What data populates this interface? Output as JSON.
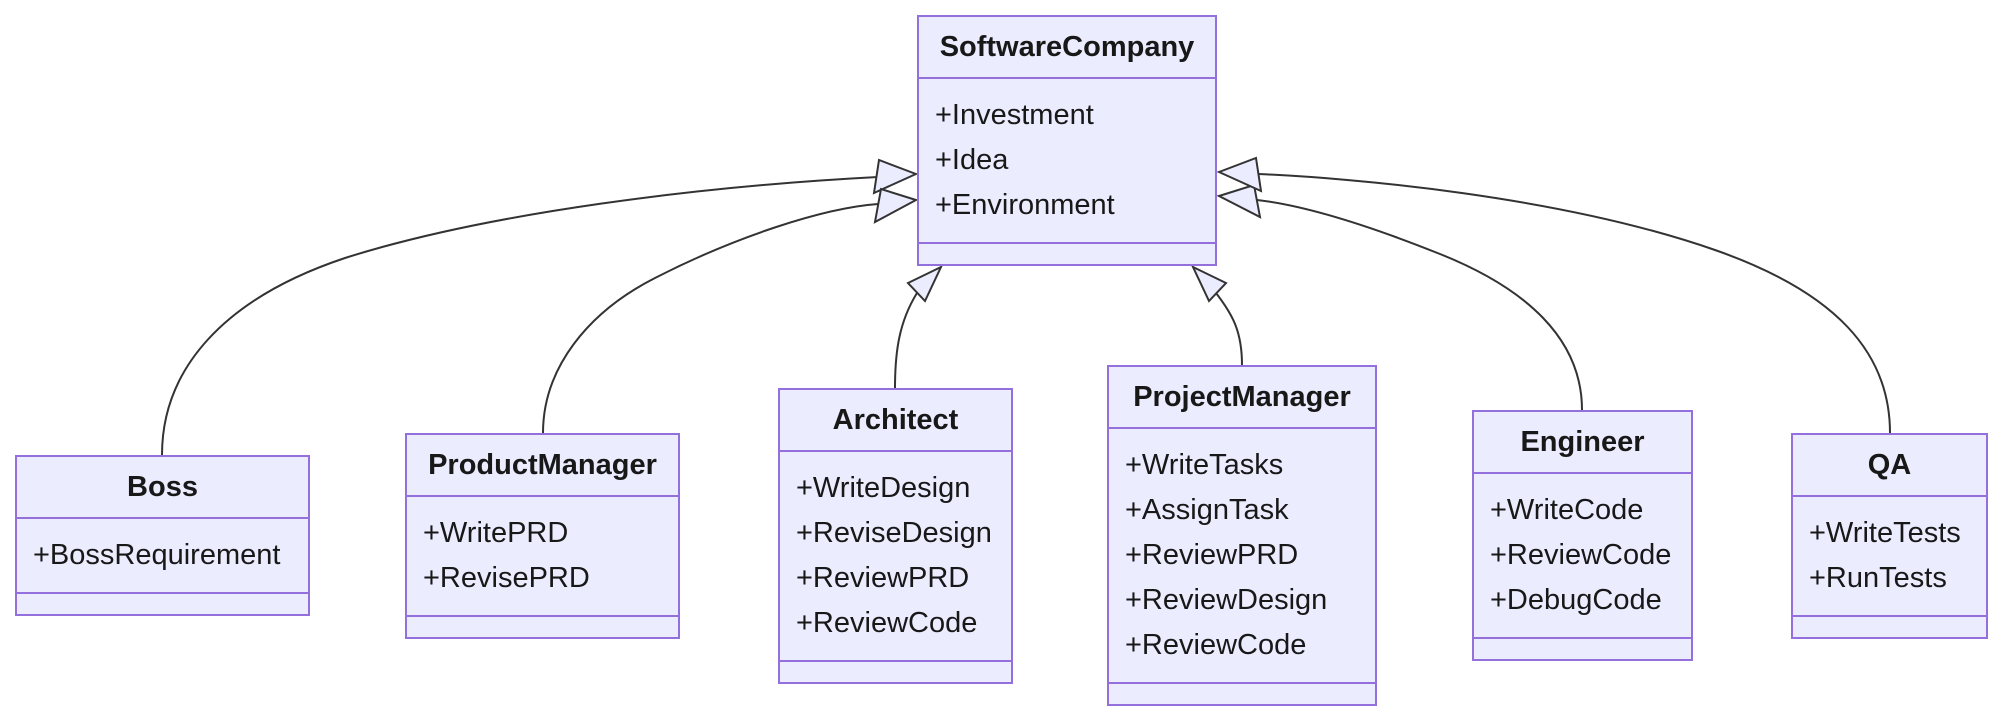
{
  "diagram": {
    "kind": "uml-class-diagram",
    "colors": {
      "node_fill": "#ECECFF",
      "node_border": "#9370DB",
      "edge_stroke": "#333333",
      "text": "#181818",
      "background": "#ffffff"
    },
    "classes": [
      {
        "name": "SoftwareCompany",
        "attributes": [
          "+Investment",
          "+Idea",
          "+Environment"
        ],
        "methods": []
      },
      {
        "name": "Boss",
        "attributes": [
          "+BossRequirement"
        ],
        "methods": []
      },
      {
        "name": "ProductManager",
        "attributes": [
          "+WritePRD",
          "+RevisePRD"
        ],
        "methods": []
      },
      {
        "name": "Architect",
        "attributes": [
          "+WriteDesign",
          "+ReviseDesign",
          "+ReviewPRD",
          "+ReviewCode"
        ],
        "methods": []
      },
      {
        "name": "ProjectManager",
        "attributes": [
          "+WriteTasks",
          "+AssignTask",
          "+ReviewPRD",
          "+ReviewDesign",
          "+ReviewCode"
        ],
        "methods": []
      },
      {
        "name": "Engineer",
        "attributes": [
          "+WriteCode",
          "+ReviewCode",
          "+DebugCode"
        ],
        "methods": []
      },
      {
        "name": "QA",
        "attributes": [
          "+WriteTests",
          "+RunTests"
        ],
        "methods": []
      }
    ],
    "relationships": [
      {
        "from": "Boss",
        "to": "SoftwareCompany",
        "type": "inheritance",
        "arrow": "hollow-triangle"
      },
      {
        "from": "ProductManager",
        "to": "SoftwareCompany",
        "type": "inheritance",
        "arrow": "hollow-triangle"
      },
      {
        "from": "Architect",
        "to": "SoftwareCompany",
        "type": "inheritance",
        "arrow": "hollow-triangle"
      },
      {
        "from": "ProjectManager",
        "to": "SoftwareCompany",
        "type": "inheritance",
        "arrow": "hollow-triangle"
      },
      {
        "from": "Engineer",
        "to": "SoftwareCompany",
        "type": "inheritance",
        "arrow": "hollow-triangle"
      },
      {
        "from": "QA",
        "to": "SoftwareCompany",
        "type": "inheritance",
        "arrow": "hollow-triangle"
      }
    ]
  }
}
